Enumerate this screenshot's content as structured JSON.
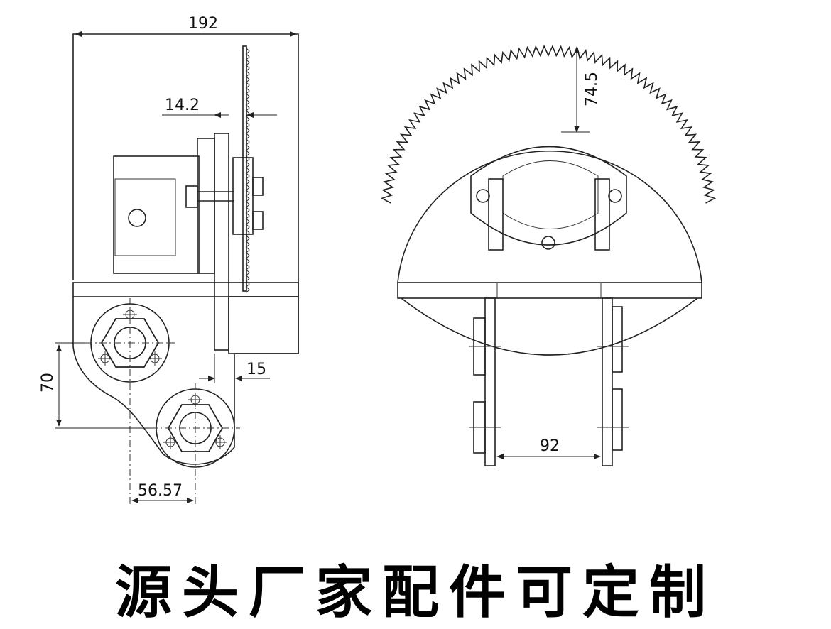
{
  "dimensions": {
    "overall_width": "192",
    "flange_offset": "14.2",
    "blade_gap": "15",
    "center_height": "70",
    "center_offset": "56.57",
    "blade_depth": "74.5",
    "leg_spacing": "92"
  },
  "caption": "源头厂家配件可定制",
  "colors": {
    "line": "#222222",
    "background": "#ffffff",
    "text": "#000000"
  }
}
